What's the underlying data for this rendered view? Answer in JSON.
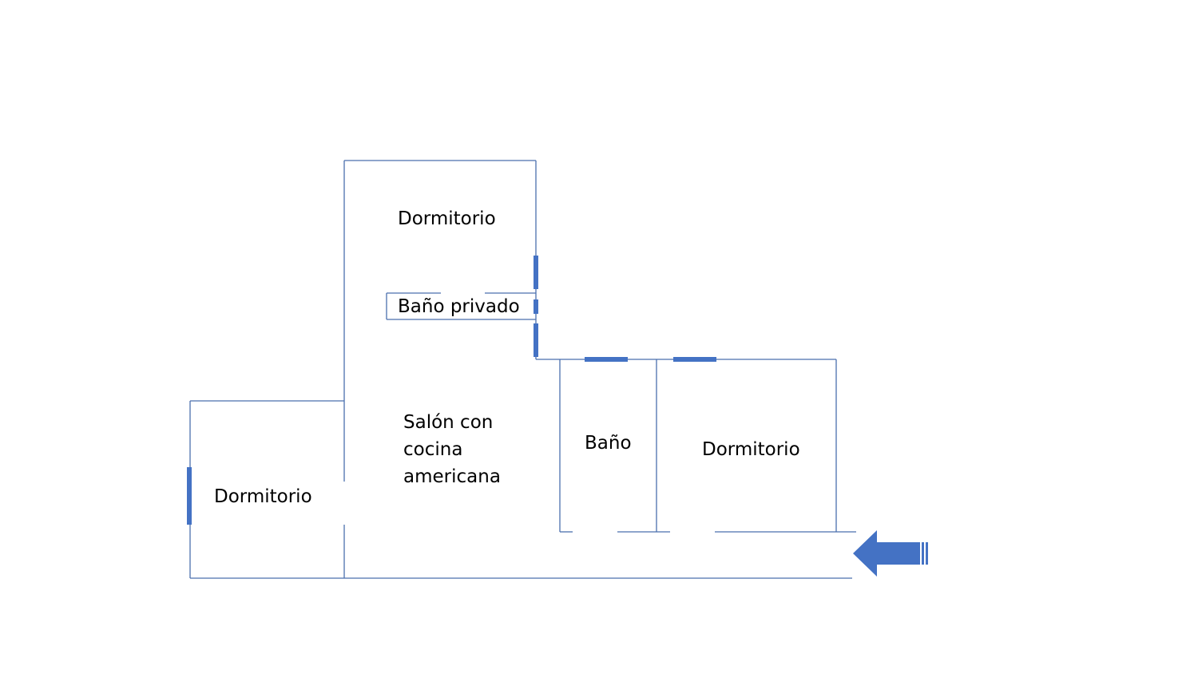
{
  "plan": {
    "colors": {
      "wall": "#4a6fae",
      "window": "#4472c4",
      "arrow": "#4472c4",
      "background": "#ffffff",
      "text": "#000000"
    },
    "rooms": {
      "dormitorio_top": {
        "label": "Dormitorio"
      },
      "bano_privado": {
        "label": "Baño privado"
      },
      "salon": {
        "lines": [
          "Salón con",
          "cocina",
          "americana"
        ]
      },
      "bano": {
        "label": "Baño"
      },
      "dormitorio_right": {
        "label": "Dormitorio"
      },
      "dormitorio_left": {
        "label": "Dormitorio"
      }
    },
    "entrance_arrow_icon": "arrow-left-icon"
  }
}
